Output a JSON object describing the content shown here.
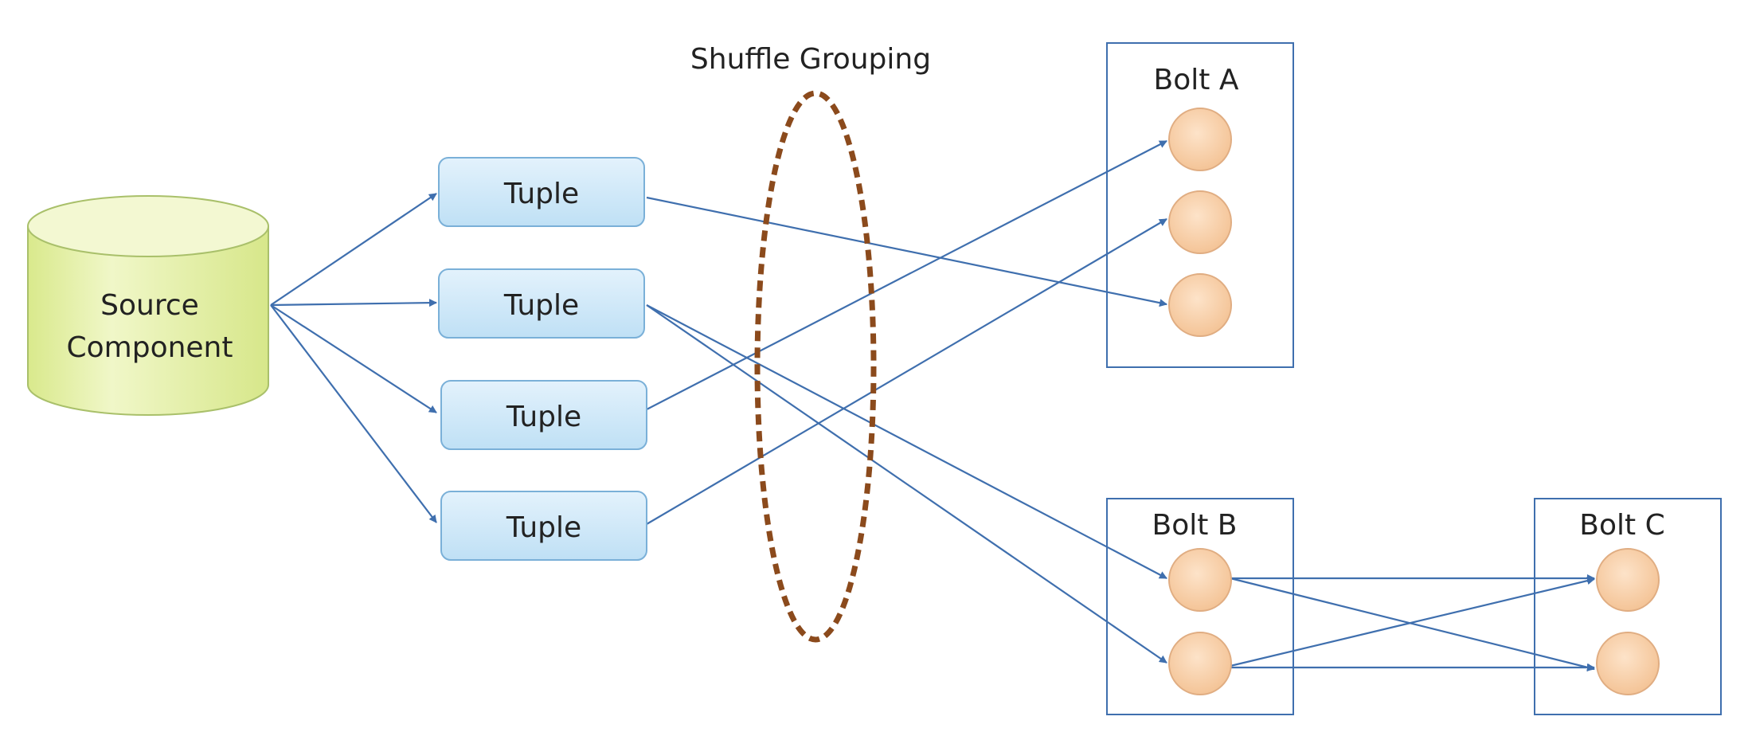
{
  "diagram": {
    "grouping_label": "Shuffle Grouping",
    "source": {
      "line1": "Source",
      "line2": "Component"
    },
    "tuples": [
      "Tuple",
      "Tuple",
      "Tuple",
      "Tuple"
    ],
    "bolts": [
      {
        "id": "a",
        "title": "Bolt A",
        "tasks": 3
      },
      {
        "id": "b",
        "title": "Bolt B",
        "tasks": 2
      },
      {
        "id": "c",
        "title": "Bolt C",
        "tasks": 2
      }
    ],
    "connections": [
      {
        "from": "source",
        "to": "tuple-1"
      },
      {
        "from": "source",
        "to": "tuple-2"
      },
      {
        "from": "source",
        "to": "tuple-3"
      },
      {
        "from": "source",
        "to": "tuple-4"
      },
      {
        "from": "tuple-1",
        "to": "bolt-a-task-3"
      },
      {
        "from": "tuple-2",
        "to": "bolt-b-task-1"
      },
      {
        "from": "tuple-2",
        "to": "bolt-b-task-2"
      },
      {
        "from": "tuple-3",
        "to": "bolt-a-task-1"
      },
      {
        "from": "tuple-4",
        "to": "bolt-a-task-2"
      },
      {
        "from": "bolt-b-task-1",
        "to": "bolt-c-task-1"
      },
      {
        "from": "bolt-b-task-1",
        "to": "bolt-c-task-2"
      },
      {
        "from": "bolt-b-task-2",
        "to": "bolt-c-task-1"
      },
      {
        "from": "bolt-b-task-2",
        "to": "bolt-c-task-2"
      }
    ],
    "colors": {
      "arrow": "#3f6fae",
      "tuple_fill_top": "#e3f2fc",
      "tuple_fill_bottom": "#bfe0f5",
      "tuple_border": "#7ab0d8",
      "cylinder_fill": "#e5f0a6",
      "cylinder_border": "#a9c06a",
      "task_fill": "#f7cda6",
      "task_border": "#e0ad82",
      "bolt_border": "#3f6fae",
      "grouping_ring": "#8b4a1c"
    }
  }
}
